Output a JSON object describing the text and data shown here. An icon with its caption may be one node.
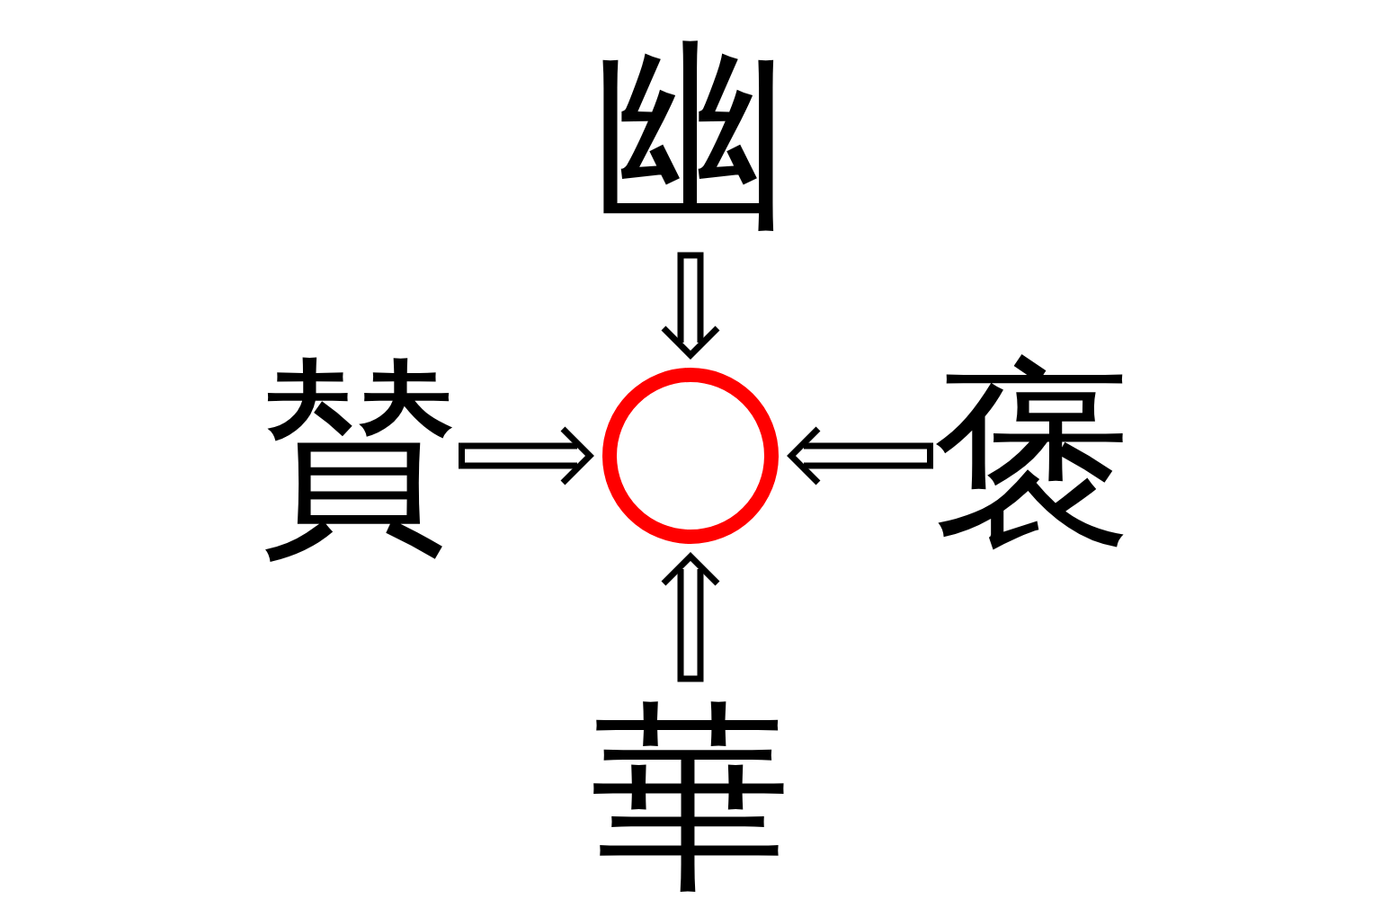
{
  "diagram": {
    "nodes": [
      {
        "text": [
          "幽"
        ]
      },
      {
        "text": [
          "賛"
        ]
      },
      {
        "text": [],
        "shape": "circle"
      },
      {
        "text": [
          "褒"
        ]
      },
      {
        "text": [
          "華"
        ]
      }
    ],
    "edges": [
      {
        "from": 0,
        "to": 2,
        "arrow": "to"
      },
      {
        "from": 1,
        "to": 2,
        "arrow": "to"
      },
      {
        "from": 3,
        "to": 2,
        "arrow": "to"
      },
      {
        "from": 4,
        "to": 2,
        "arrow": "to"
      }
    ]
  }
}
